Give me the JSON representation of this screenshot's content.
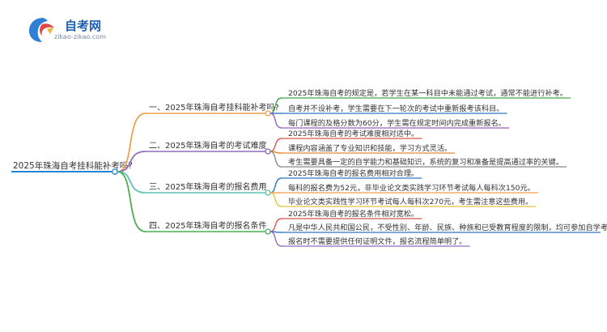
{
  "brand": {
    "name": "自考网",
    "domain": "zikao-zikao.com",
    "color": "#1f5fb0"
  },
  "root": {
    "label": "2025年珠海自考挂科能补考吗?",
    "color": "#1e88d4"
  },
  "branches": [
    {
      "label": "一、2025年珠海自考挂科能补考吗?",
      "color": "#f0a04b",
      "leaves": [
        {
          "text": "2025年珠海自考的规定是，若学生在某一科目中未能通过考试，通常不能进行补考。",
          "color": "#3aa64a"
        },
        {
          "text": "自考并不设补考，学生需要在下一轮次的考试中重新报考该科目。",
          "color": "#2f73c4"
        },
        {
          "text": "每门课程的及格分数为60分，学生需在规定时间内完成重新报名。",
          "color": "#9c5fb8"
        }
      ]
    },
    {
      "label": "二、2025年珠海自考的考试难度",
      "color": "#8e6bbf",
      "leaves": [
        {
          "text": "2025年珠海自考的考试难度相对适中。",
          "color": "#d8534a"
        },
        {
          "text": "课程内容涵盖了专业知识和技能，学习方式灵活。",
          "color": "#e08a2e"
        },
        {
          "text": "考生需要具备一定的自学能力和基础知识，系统的复习和准备是提高通过率的关键。",
          "color": "#8a8a8a"
        }
      ]
    },
    {
      "label": "三、2025年珠海自考的报名费用",
      "color": "#5fc1b6",
      "leaves": [
        {
          "text": "2025年珠海自考的报名费用相对合理。",
          "color": "#2f73c4"
        },
        {
          "text": "每科的报名费为52元，非毕业论文类实践学习环节考试每人每科次150元。",
          "color": "#f0a04b"
        },
        {
          "text": "毕业论文类实践性学习环节考试每人每科次270元，考生需注意这些费用。",
          "color": "#e9c13a"
        }
      ]
    },
    {
      "label": "四、2025年珠海自考的报名条件",
      "color": "#4caf50",
      "leaves": [
        {
          "text": "2025年珠海自考的报名条件相对宽松。",
          "color": "#d8534a"
        },
        {
          "text": "凡是中华人民共和国公民，不受性别、年龄、民族、种族和已受教育程度的限制，均可参加自学考试。",
          "color": "#2f73c4"
        },
        {
          "text": "报名时不需要提供任何证明文件，报名流程简单明了。",
          "color": "#8e6bbf"
        }
      ]
    }
  ]
}
